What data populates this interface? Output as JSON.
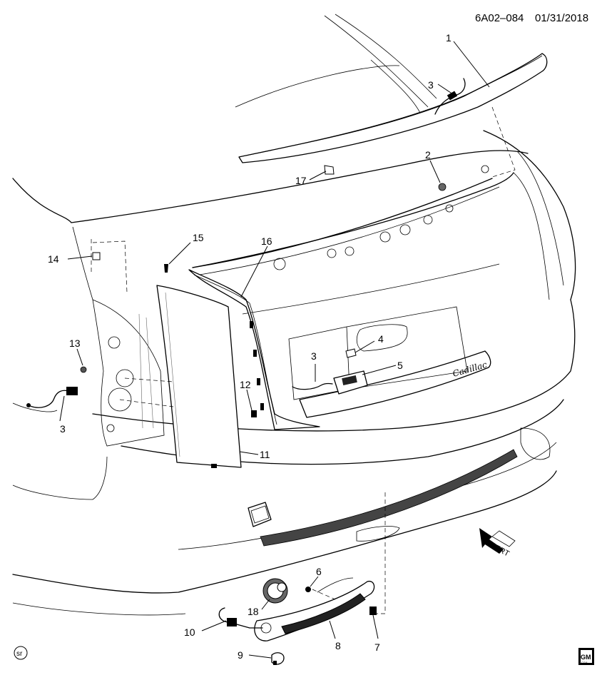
{
  "header": {
    "drawing_id": "6A02–084",
    "date": "01/31/2018"
  },
  "callouts": {
    "c1": "1",
    "c2": "2",
    "c3a": "3",
    "c3b": "3",
    "c3c": "3",
    "c4": "4",
    "c5": "5",
    "c6": "6",
    "c7": "7",
    "c8": "8",
    "c9": "9",
    "c10": "10",
    "c11": "11",
    "c12": "12",
    "c13": "13",
    "c14": "14",
    "c15": "15",
    "c16": "16",
    "c17": "17",
    "c18": "18"
  },
  "badges": {
    "sr": "sr",
    "gm": "GM",
    "gm_sub": "CGA"
  },
  "direction": {
    "label": "FRT"
  },
  "emblem": {
    "script": "Cadillac"
  }
}
